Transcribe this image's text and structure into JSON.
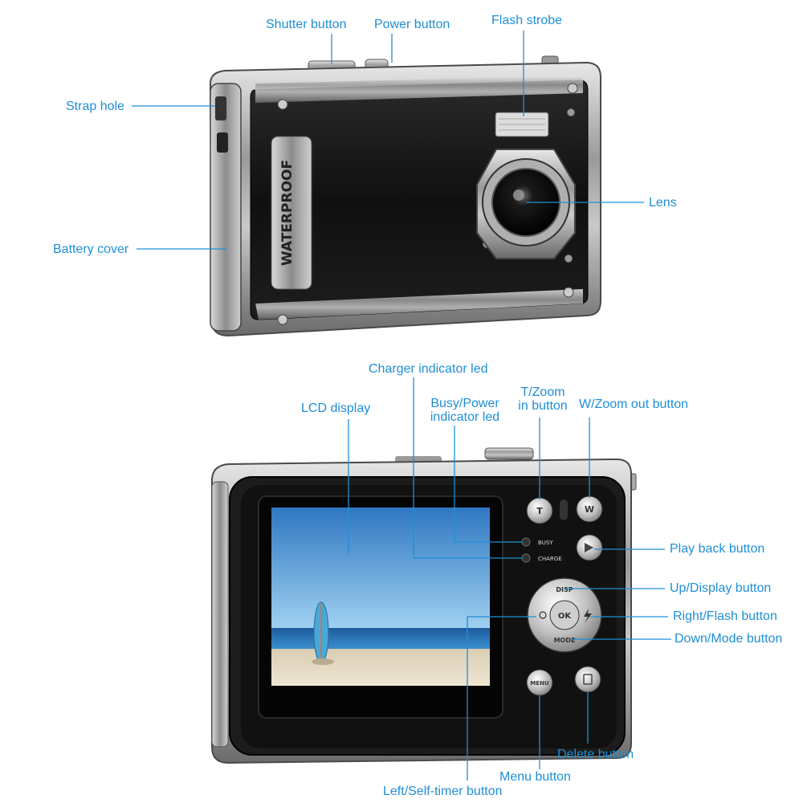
{
  "front_view": {
    "labels": {
      "shutter": "Shutter button",
      "power": "Power button",
      "flash": "Flash strobe",
      "strap": "Strap hole",
      "lens": "Lens",
      "battery": "Battery cover"
    },
    "body_text": "WATERPROOF"
  },
  "back_view": {
    "labels": {
      "charger_led": "Charger indicator led",
      "lcd": "LCD display",
      "busy_led_line1": "Busy/Power",
      "busy_led_line2": "indicator led",
      "tzoom_line1": "T/Zoom",
      "tzoom_line2": "in button",
      "wzoom": "W/Zoom out button",
      "playback": "Play back button",
      "up": "Up/Display button",
      "right": "Right/Flash button",
      "down": "Down/Mode button",
      "delete": "Delete button",
      "menu": "Menu button",
      "left": "Left/Self-timer button"
    },
    "led_text": {
      "busy": "BUSY",
      "charge": "CHARGE"
    },
    "button_text": {
      "t": "T",
      "w": "W",
      "disp": "DISP",
      "mode": "MODE",
      "ok": "OK",
      "menu": "MENU"
    }
  },
  "colors": {
    "callout": "#1f8fd6"
  }
}
